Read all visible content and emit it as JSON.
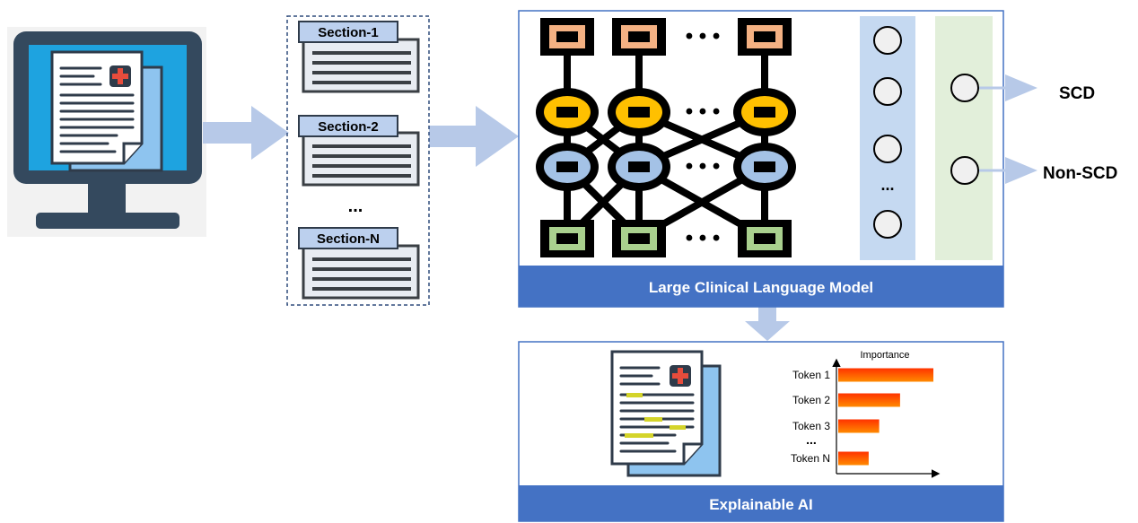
{
  "sections": {
    "labels": [
      "Section-1",
      "Section-2",
      "Section-N"
    ],
    "ellipsis": "..."
  },
  "model": {
    "title": "Large Clinical Language Model",
    "ellipsis": "...",
    "dots": "• • •"
  },
  "outputs": {
    "positive": "SCD",
    "negative": "Non-SCD"
  },
  "xai": {
    "title": "Explainable AI",
    "axis_label": "Importance",
    "ellipsis": "..."
  },
  "chart_data": {
    "type": "bar",
    "orientation": "horizontal",
    "ylabel": "Importance",
    "categories": [
      "Token 1",
      "Token 2",
      "Token 3",
      "Token N"
    ],
    "values": [
      1.0,
      0.65,
      0.43,
      0.32
    ],
    "xlim": [
      0,
      1.1
    ],
    "grid": false
  },
  "colors": {
    "monitor_frame": "#34495e",
    "monitor_screen": "#1ea3e0",
    "panel_blue": "#4472c4",
    "arrow": "#b7c9e8",
    "doc_blue": "#8ec4ef",
    "plus_red": "#e74c3c",
    "highlight": "#d4d42a",
    "node_orange": "#f0a080",
    "node_yellow": "#ffc000",
    "node_blue": "#a4c2e6",
    "node_green": "#a9d08e",
    "layer_blue": "#c5d9f1",
    "layer_green": "#e2efda",
    "bar_red": "#ff4500"
  }
}
